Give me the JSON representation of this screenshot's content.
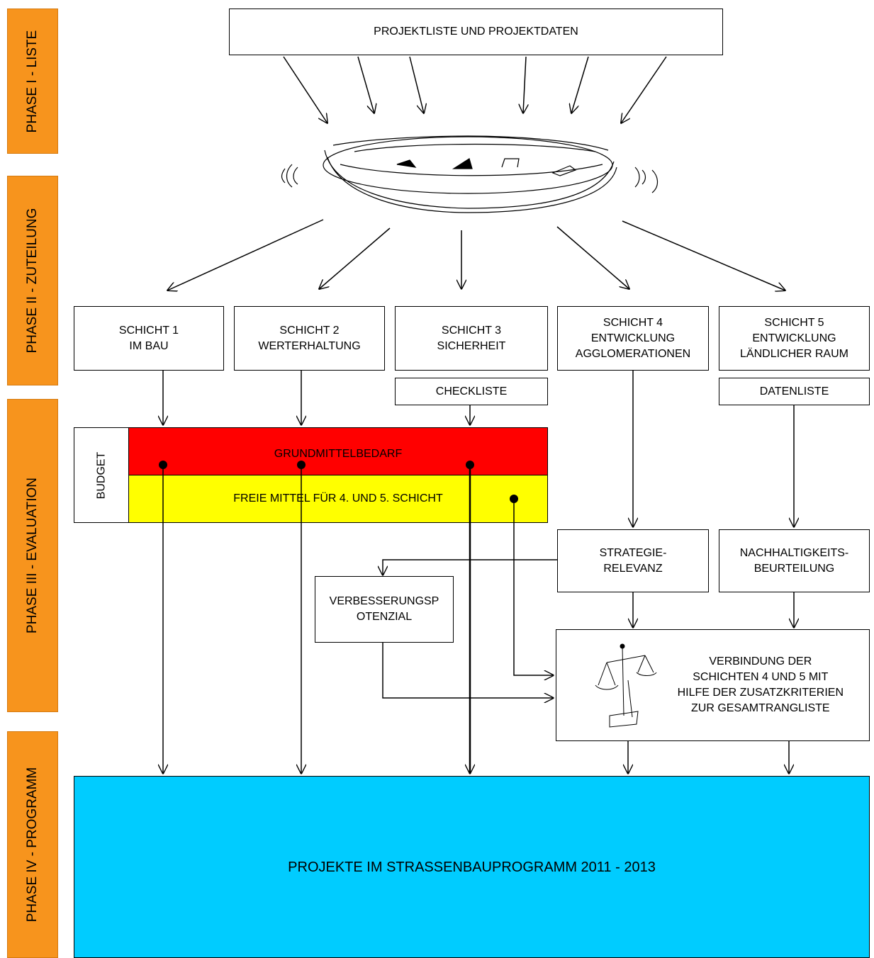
{
  "phases": [
    "PHASE I - LISTE",
    "PHASE II - ZUTEILUNG",
    "PHASE III - EVALUATION",
    "PHASE IV - PROGRAMM"
  ],
  "top_box": "PROJEKTLISTE UND PROJEKTDATEN",
  "layers": [
    "SCHICHT 1\nIM BAU",
    "SCHICHT 2\nWERTERHALTUNG",
    "SCHICHT 3\nSICHERHEIT",
    "SCHICHT 4\nENTWICKLUNG\nAGGLOMERATIONEN",
    "SCHICHT 5\nENTWICKLUNG\nLÄNDLICHER RAUM"
  ],
  "checklist": "CHECKLISTE",
  "datalist": "DATENLISTE",
  "budget": {
    "label": "BUDGET",
    "basic": "GRUNDMITTELBEDARF",
    "free": "FREIE MITTEL FÜR 4. UND 5. SCHICHT"
  },
  "strategy": "STRATEGIE-\nRELEVANZ",
  "sustainability": "NACHHALTIGKEITS-\nBEURTEILUNG",
  "improvement": "VERBESSERUNGSP\nOTENZIAL",
  "combination": "VERBINDUNG DER\nSCHICHTEN 4 UND 5 MIT\nHILFE DER ZUSATZKRITERIEN\nZUR GESAMTRANGLISTE",
  "program": "PROJEKTE IM STRASSENBAUPROGRAMM 2011 - 2013",
  "colors": {
    "phase": "#f7941d",
    "basic": "#ff0000",
    "free": "#ffff00",
    "program": "#00ccff"
  }
}
